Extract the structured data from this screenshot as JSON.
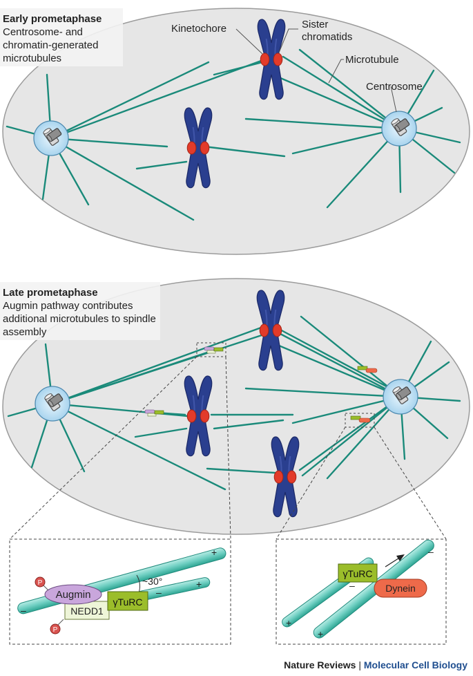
{
  "panels": {
    "early": {
      "title": "Early prometaphase",
      "subtitle": "Centrosome- and chromatin-generated microtubules"
    },
    "late": {
      "title": "Late prometaphase",
      "subtitle": "Augmin pathway contributes additional microtubules to spindle assembly"
    }
  },
  "labels": {
    "kinetochore": "Kinetochore",
    "sister_chromatids_line1": "Sister",
    "sister_chromatids_line2": "chromatids",
    "microtubule": "Microtubule",
    "centrosome": "Centrosome"
  },
  "inset_left": {
    "augmin": "Augmin",
    "nedd1": "NEDD1",
    "gturc": "γTuRC",
    "angle": "~30°",
    "phospho": "P",
    "plus": "+",
    "minus": "–"
  },
  "inset_right": {
    "gturc": "γTuRC",
    "dynein": "Dynein",
    "plus": "+",
    "minus": "–"
  },
  "footer": {
    "journal": "Nature Reviews",
    "separator": "|",
    "subjournal": "Molecular Cell Biology"
  },
  "colors": {
    "cell_fill": "#e6e6e6",
    "microtubule": "#1a8a7a",
    "chromosome": "#2a3f8f",
    "kinetochore": "#e23b2a",
    "centrosome": "#cfe8f6",
    "augmin": "#c9a6dc",
    "gturc": "#9bbd2a",
    "nedd1": "#eef5d8",
    "dynein": "#ee6a4a",
    "phospho": "#d9534f",
    "footer_accent": "#1f4e8f"
  }
}
